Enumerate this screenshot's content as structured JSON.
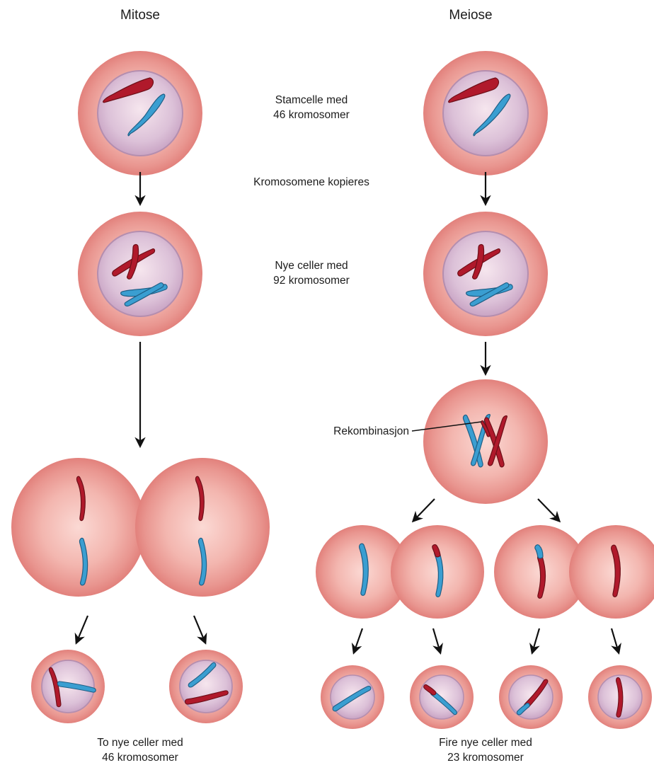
{
  "columns": {
    "mitosis": {
      "heading": "Mitose"
    },
    "meiosis": {
      "heading": "Meiose"
    }
  },
  "labels": {
    "stem_cell_line1": "Stamcelle med",
    "stem_cell_line2": "46 kromosomer",
    "copied": "Kromosomene kopieres",
    "new_cells_line1": "Nye celler med",
    "new_cells_line2": "92 kromosomer",
    "recombination": "Rekombinasjon",
    "mitosis_result_line1": "To nye celler med",
    "mitosis_result_line2": "46 kromosomer",
    "meiosis_result_line1": "Fire nye celler med",
    "meiosis_result_line2": "23 kromosomer"
  },
  "colors": {
    "cell_outer": "#e68a86",
    "cell_inner": "#f6c2bd",
    "nucleus": "#d6b3cf",
    "nucleus_edge": "#b58fb0",
    "chromosome_red": "#b0192b",
    "chromosome_blue": "#3a9ed1",
    "arrow": "#111111"
  }
}
